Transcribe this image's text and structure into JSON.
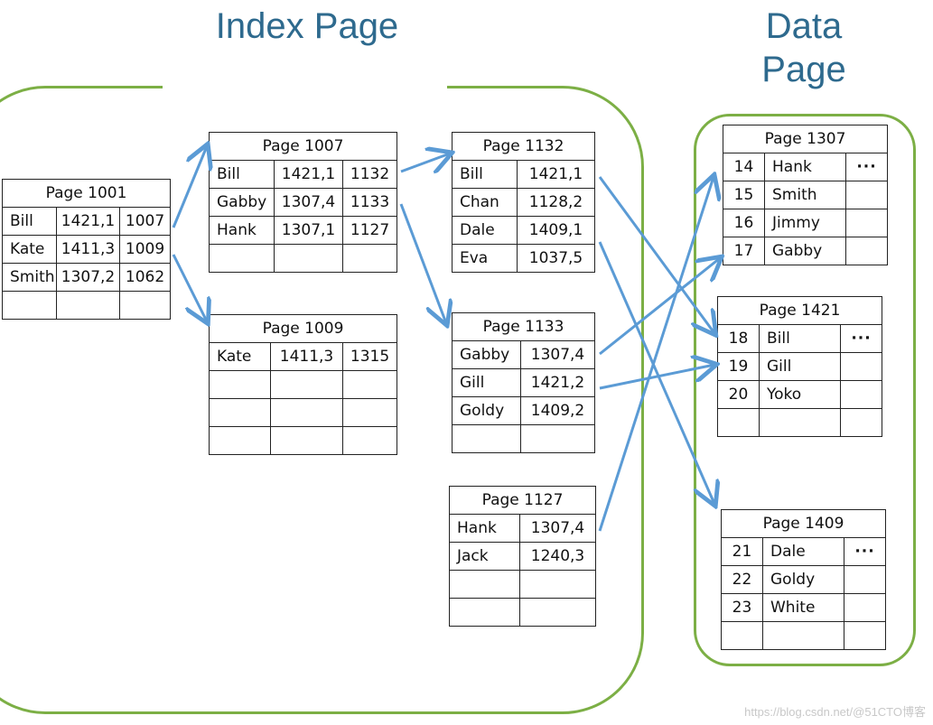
{
  "headings": {
    "index": "Index Page",
    "data_line1": "Data",
    "data_line2": "Page"
  },
  "colors": {
    "heading": "#2E6A8E",
    "boundary": "#7CAF45",
    "arrow": "#5B9BD5"
  },
  "index_pages": [
    {
      "title": "Page 1001",
      "rows": [
        [
          "Bill",
          "1421,1",
          "1007"
        ],
        [
          "Kate",
          "1411,3",
          "1009"
        ],
        [
          "Smith",
          "1307,2",
          "1062"
        ],
        [
          "",
          "",
          ""
        ]
      ]
    },
    {
      "title": "Page 1007",
      "rows": [
        [
          "Bill",
          "1421,1",
          "1132"
        ],
        [
          "Gabby",
          "1307,4",
          "1133"
        ],
        [
          "Hank",
          "1307,1",
          "1127"
        ],
        [
          "",
          "",
          ""
        ]
      ]
    },
    {
      "title": "Page 1009",
      "rows": [
        [
          "Kate",
          "1411,3",
          "1315"
        ],
        [
          "",
          "",
          ""
        ],
        [
          "",
          "",
          ""
        ],
        [
          "",
          "",
          ""
        ]
      ]
    },
    {
      "title": "Page 1132",
      "rows": [
        [
          "Bill",
          "1421,1"
        ],
        [
          "Chan",
          "1128,2"
        ],
        [
          "Dale",
          "1409,1"
        ],
        [
          "Eva",
          "1037,5"
        ]
      ]
    },
    {
      "title": "Page 1133",
      "rows": [
        [
          "Gabby",
          "1307,4"
        ],
        [
          "Gill",
          "1421,2"
        ],
        [
          "Goldy",
          "1409,2"
        ],
        [
          "",
          ""
        ]
      ]
    },
    {
      "title": "Page 1127",
      "rows": [
        [
          "Hank",
          "1307,4"
        ],
        [
          "Jack",
          "1240,3"
        ],
        [
          "",
          ""
        ],
        [
          "",
          ""
        ]
      ]
    }
  ],
  "data_pages": [
    {
      "title": "Page 1307",
      "rows": [
        [
          "14",
          "Hank",
          "···"
        ],
        [
          "15",
          "Smith",
          ""
        ],
        [
          "16",
          "Jimmy",
          ""
        ],
        [
          "17",
          "Gabby",
          ""
        ]
      ]
    },
    {
      "title": "Page 1421",
      "rows": [
        [
          "18",
          "Bill",
          "···"
        ],
        [
          "19",
          "Gill",
          ""
        ],
        [
          "20",
          "Yoko",
          ""
        ],
        [
          "",
          "",
          ""
        ]
      ]
    },
    {
      "title": "Page 1409",
      "rows": [
        [
          "21",
          "Dale",
          "···"
        ],
        [
          "22",
          "Goldy",
          ""
        ],
        [
          "23",
          "White",
          ""
        ],
        [
          "",
          "",
          ""
        ]
      ]
    }
  ],
  "watermark": "https://blog.csdn.net/@51CTO博客"
}
